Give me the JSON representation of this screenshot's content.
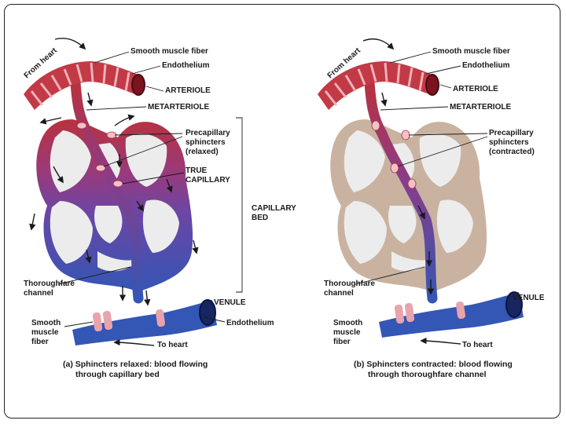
{
  "panel_a": {
    "from_heart": "From heart",
    "smooth_muscle_fiber_top": "Smooth muscle fiber",
    "endothelium_top": "Endothelium",
    "arteriole": "ARTERIOLE",
    "metarteriole": "METARTERIOLE",
    "precap_line1": "Precapillary",
    "precap_line2": "sphincters",
    "precap_line3": "(relaxed)",
    "true_cap_line1": "TRUE",
    "true_cap_line2": "CAPILLARY",
    "cap_bed_line1": "CAPILLARY",
    "cap_bed_line2": "BED",
    "thoroughfare_line1": "Thoroughfare",
    "thoroughfare_line2": "channel",
    "venule": "VENULE",
    "endothelium_bottom": "Endothelium",
    "smooth_line1": "Smooth",
    "smooth_line2": "muscle",
    "smooth_line3": "fiber",
    "to_heart": "To heart",
    "caption_line1": "(a) Sphincters relaxed: blood flowing",
    "caption_line2": "through capillary bed"
  },
  "panel_b": {
    "from_heart": "From heart",
    "smooth_muscle_fiber_top": "Smooth muscle fiber",
    "endothelium_top": "Endothelium",
    "arteriole": "ARTERIOLE",
    "metarteriole": "METARTERIOLE",
    "precap_line1": "Precapillary",
    "precap_line2": "sphincters",
    "precap_line3": "(contracted)",
    "thoroughfare_line1": "Thoroughfare",
    "thoroughfare_line2": "channel",
    "venule": "VENULE",
    "smooth_line1": "Smooth",
    "smooth_line2": "muscle",
    "smooth_line3": "fiber",
    "to_heart": "To heart",
    "caption_line1": "(b) Sphincters contracted: blood flowing",
    "caption_line2": "through thoroughfare channel"
  },
  "colors": {
    "arterial_red": "#b8323e",
    "arterial_light": "#e7a0a8",
    "mid_purple": "#7a3f96",
    "venous_blue": "#3456b4",
    "venous_dark": "#1e3479",
    "inactive_tan": "#c9b3a0",
    "cell_fill": "#ececec"
  }
}
